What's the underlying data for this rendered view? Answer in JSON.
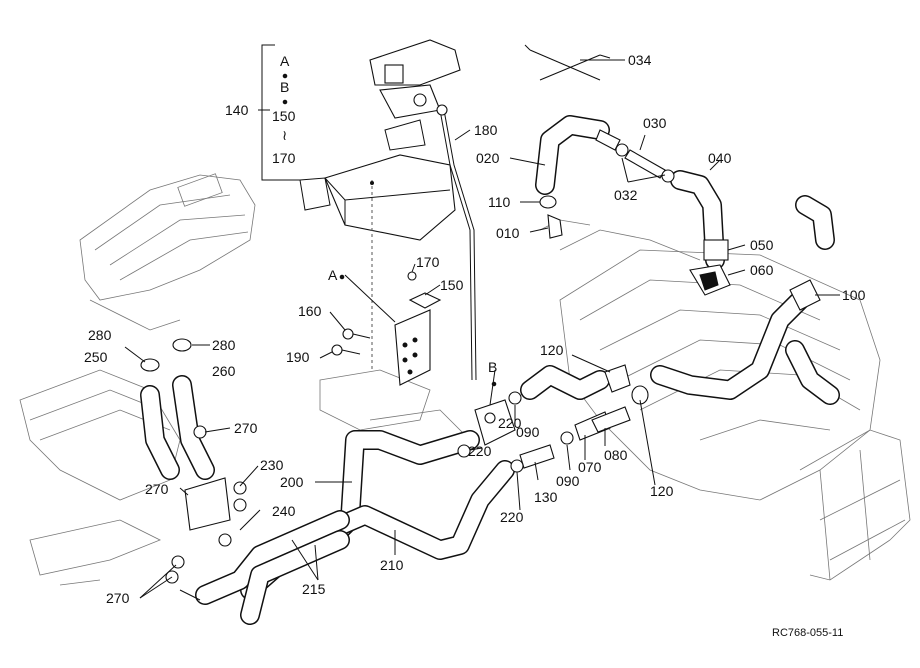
{
  "labels": {
    "p034": "034",
    "p140": "140",
    "grpA": "A",
    "grpB": "B",
    "grp150": "150",
    "grpTilde": "≀",
    "grp170": "170",
    "p180": "180",
    "p030": "030",
    "p020": "020",
    "p040": "040",
    "p032": "032",
    "p110": "110",
    "p010": "010",
    "p050": "050",
    "p060": "060",
    "p100": "100",
    "p170b": "170",
    "p150b": "150",
    "ptA": "A",
    "p160": "160",
    "p190": "190",
    "p280a": "280",
    "p280b": "280",
    "p250": "250",
    "p260": "260",
    "p120a": "120",
    "ptB": "B",
    "p090a": "090",
    "p220a": "220",
    "p220b": "220",
    "p090b": "090",
    "p070": "070",
    "p080": "080",
    "p120b": "120",
    "p270a": "270",
    "p230": "230",
    "p200": "200",
    "p270b": "270",
    "p130": "130",
    "p220c": "220",
    "p240": "240",
    "p210": "210",
    "p215": "215",
    "p270c": "270"
  },
  "caption": "RC768-055-11"
}
